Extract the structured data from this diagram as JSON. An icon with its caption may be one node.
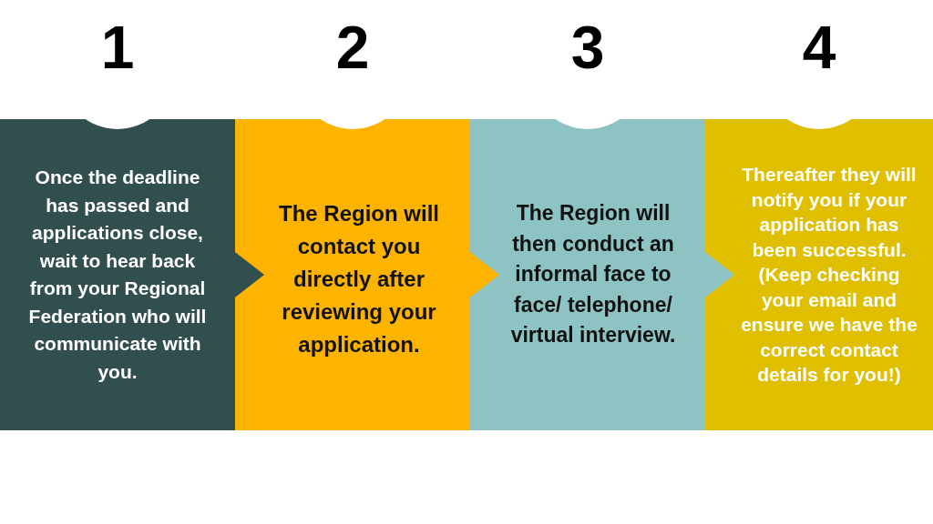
{
  "diagram": {
    "nodes": [
      {
        "text": [
          "1",
          "Once the deadline has passed and applications close, wait to hear back from your Regional Federation who will communicate with you."
        ]
      },
      {
        "text": [
          "2",
          "The Region will contact you directly after reviewing your application."
        ]
      },
      {
        "text": [
          "3",
          "The Region will then conduct an informal face to face/ telephone/ virtual interview."
        ]
      },
      {
        "text": [
          "4",
          "Thereafter they will notify you if your application has been successful. (Keep checking your email and ensure we have the correct contact details for you!)"
        ]
      }
    ],
    "edges": [
      {
        "from": 0,
        "to": 1,
        "arrow": "to",
        "color": "#314f4e"
      },
      {
        "from": 1,
        "to": 2,
        "arrow": "to",
        "color": "#fdb400"
      },
      {
        "from": 2,
        "to": 3,
        "arrow": "to",
        "color": "#8dc3c3"
      }
    ]
  }
}
